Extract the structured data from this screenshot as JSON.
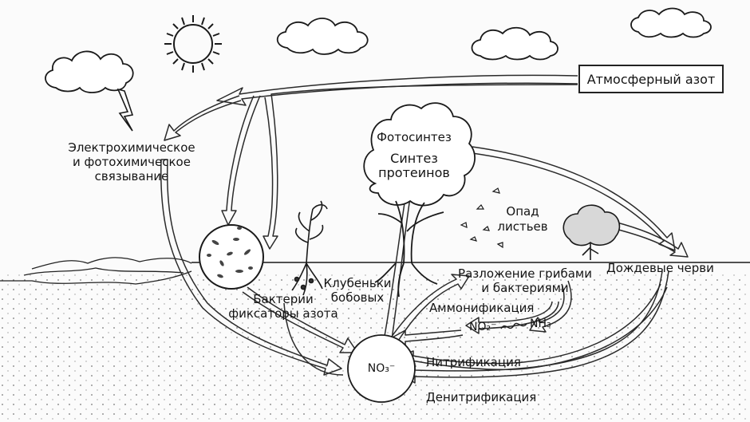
{
  "labels": {
    "atmospheric_nitrogen": "Атмосферный азот",
    "electrochemical_fixation": "Электрохимическое\nи фотохимическое\nсвязывание",
    "photosynthesis": "Фотосинтез",
    "protein_synthesis": "Синтез\nпротеинов",
    "leaf_fall": "Опад\nлистьев",
    "nitrogen_fixing_bacteria": "Бактерии\nфиксаторы азота",
    "legume_nodules": "Клубеньки\nбобовых",
    "decomposition": "Разложение грибами\nи бактериями",
    "earthworms": "Дождевые черви",
    "ammonification": "Аммонификация",
    "nitrite": "NO₂⁻",
    "ammonia": "NH₃",
    "nitrate": "NO₃⁻",
    "nitrification": "Нитрификация",
    "denitrification": "Денитрификация"
  },
  "colors": {
    "ink": "#1a1a1a",
    "background": "#fbfbfb"
  },
  "icons": [
    "sun-icon",
    "cloud-icon",
    "lightning-icon",
    "tree-icon",
    "bush-icon",
    "legume-plant-icon",
    "bacteria-icon"
  ]
}
